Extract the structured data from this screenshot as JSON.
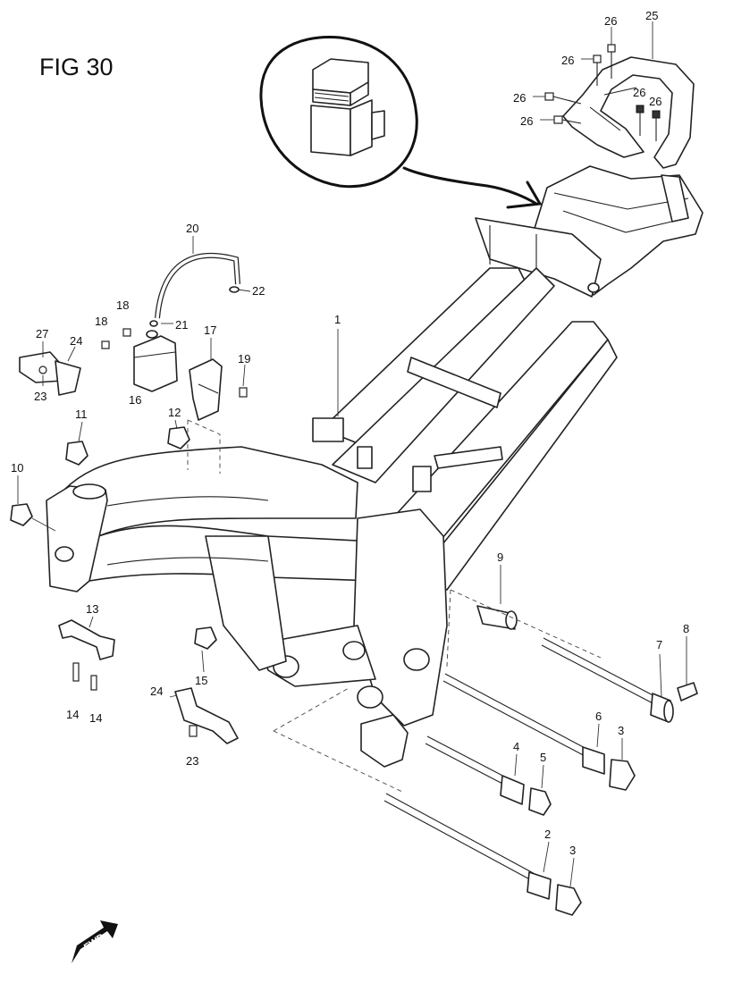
{
  "figure": {
    "title": "FIG 30",
    "fwd_label": "FWD"
  },
  "callouts": [
    {
      "id": "c1",
      "label": "1"
    },
    {
      "id": "c2",
      "label": "2"
    },
    {
      "id": "c3a",
      "label": "3"
    },
    {
      "id": "c3b",
      "label": "3"
    },
    {
      "id": "c4",
      "label": "4"
    },
    {
      "id": "c5",
      "label": "5"
    },
    {
      "id": "c6",
      "label": "6"
    },
    {
      "id": "c7",
      "label": "7"
    },
    {
      "id": "c8",
      "label": "8"
    },
    {
      "id": "c9",
      "label": "9"
    },
    {
      "id": "c10",
      "label": "10"
    },
    {
      "id": "c11",
      "label": "11"
    },
    {
      "id": "c12",
      "label": "12"
    },
    {
      "id": "c13",
      "label": "13"
    },
    {
      "id": "c14a",
      "label": "14"
    },
    {
      "id": "c14b",
      "label": "14"
    },
    {
      "id": "c15",
      "label": "15"
    },
    {
      "id": "c16",
      "label": "16"
    },
    {
      "id": "c17",
      "label": "17"
    },
    {
      "id": "c18a",
      "label": "18"
    },
    {
      "id": "c18b",
      "label": "18"
    },
    {
      "id": "c19",
      "label": "19"
    },
    {
      "id": "c20",
      "label": "20"
    },
    {
      "id": "c21",
      "label": "21"
    },
    {
      "id": "c22",
      "label": "22"
    },
    {
      "id": "c23a",
      "label": "23"
    },
    {
      "id": "c23b",
      "label": "23"
    },
    {
      "id": "c24a",
      "label": "24"
    },
    {
      "id": "c24b",
      "label": "24"
    },
    {
      "id": "c25",
      "label": "25"
    },
    {
      "id": "c26a",
      "label": "26"
    },
    {
      "id": "c26b",
      "label": "26"
    },
    {
      "id": "c26c",
      "label": "26"
    },
    {
      "id": "c26d",
      "label": "26"
    },
    {
      "id": "c26e",
      "label": "26"
    },
    {
      "id": "c26f",
      "label": "26"
    }
  ]
}
